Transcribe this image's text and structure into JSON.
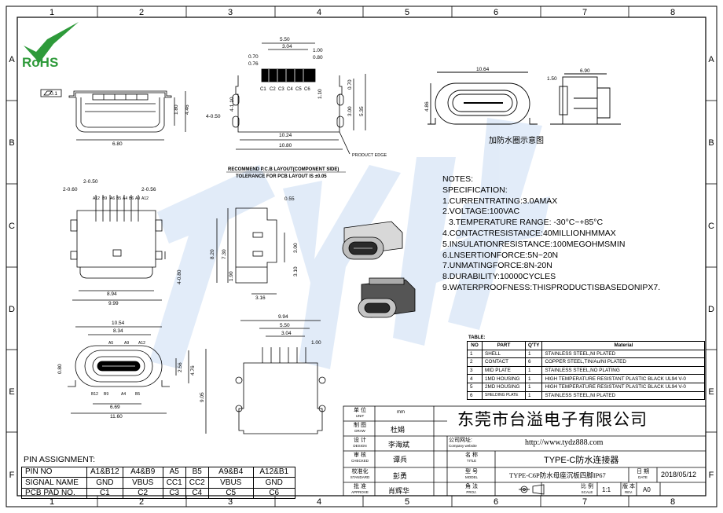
{
  "border": {
    "columns": [
      "1",
      "2",
      "3",
      "4",
      "5",
      "6",
      "7",
      "8"
    ],
    "rows": [
      "A",
      "B",
      "C",
      "D",
      "E",
      "F"
    ]
  },
  "logo": {
    "text": "RoHS"
  },
  "caption_waterproof": "加防水圈示意图",
  "layout_label": "RECOMMEND P.C.B LAYOUT(COMPONENT SIDE)",
  "tolerance_label": "TOLERANCE FOR PCB LAYOUT IS ±0.05",
  "product_edge": "PRODUCT EDGE",
  "dims": {
    "d5_50": "5.50",
    "d3_04": "3.04",
    "d0_70": "0.70",
    "d0_76": "0.76",
    "d1_00": "1.00",
    "d0_80": "0.80",
    "d1_10": "1.10",
    "d0_50": "4-0.50",
    "d4_1_10": "4-1.10",
    "d10_24": "10.24",
    "d10_80": "10.80",
    "d3_00": "3.00",
    "d5_35": "5.35",
    "d0_70b": "0.70",
    "pads": [
      "C1",
      "C2",
      "C3",
      "C4",
      "C5",
      "C6"
    ],
    "flat": "0.1",
    "d1_80": "1.80",
    "d4_46": "4.46",
    "d6_80": "6.80",
    "d10_64": "10.64",
    "d6_90": "6.90",
    "d1_50": "1.50",
    "d4_86": "4.86",
    "d2_0_50": "2-0.50",
    "d2_0_60": "2-0.60",
    "d2_0_56": "2-0.56",
    "pins_top": [
      "A12",
      "B9",
      "A6",
      "B5",
      "A4",
      "B6",
      "A9",
      "A12"
    ],
    "d8_94": "8.94",
    "d9_99": "9.99",
    "d4_0_80": "4-0.80",
    "d0_55": "0.55",
    "d8_20": "8.20",
    "d7_30": "7.30",
    "d3_00s": "3.00",
    "d3_10": "3.10",
    "d1_90": "1.90",
    "d3_16": "3.16",
    "d10_54": "10.54",
    "d8_34": "8.34",
    "d0_80f": "0.80",
    "d2_56": "2.56",
    "d4_76": "4.76",
    "d6_69": "6.69",
    "d11_60": "11.60",
    "pins_front_top": [
      "A5",
      "A9",
      "A12"
    ],
    "pins_front_bottom": [
      "B12",
      "B9",
      "A4",
      "B5"
    ],
    "d9_94": "9.94",
    "d5_50b": "5.50",
    "d3_04b": "3.04",
    "d1_00b": "1.00",
    "d9_05": "9.05"
  },
  "notes": {
    "title": "NOTES:",
    "lines": [
      "SPECIFICATION:",
      "1.CURRENTRATING:3.0AMAX",
      "2.VOLTAGE:100VAC",
      "3.TEMPERATURE RANGE: -30°C~+85°C",
      "4.CONTACTRESISTANCE:40MILLIONHMMAX",
      "5.INSULATIONRESISTANCE:100MEGOHMSMIN",
      "6.LNSERTIONFORCE:5N~20N",
      "7.UNMATINGFORCE:8N-20N",
      "8.DURABILITY:10000CYCLES",
      "9.WATERPROOFNESS:THISPRODUCTISBASEDONIPX7."
    ]
  },
  "materials": {
    "caption": "TABLE:",
    "headers": [
      "NO",
      "PART",
      "Q'TY",
      "Material"
    ],
    "rows": [
      [
        "1",
        "SHELL",
        "1",
        "STAINLESS STEEL,NI PLATED"
      ],
      [
        "2",
        "CONTACT",
        "6",
        "COPPER STEEL,TIN/Au/NI PLATED"
      ],
      [
        "3",
        "MID PLATE",
        "1",
        "STAINLESS STEEL,NO PLATING"
      ],
      [
        "4",
        "1MD HOUSING",
        "1",
        "HIGH TEMPERATURE RESISTANT PLASTIC BLACK UL94 V-0"
      ],
      [
        "5",
        "2MD HOUSING",
        "1",
        "HIGH TEMPERATURE RESISTANT PLASTIC BLACK UL94 V-0"
      ],
      [
        "6",
        "SHELDING PLATE",
        "1",
        "STAINLESS STEEL,NI PLATED"
      ]
    ]
  },
  "pin_assignment": {
    "title": "PIN ASSIGNMENT:",
    "rows": [
      [
        "PIN NO",
        "A1&B12",
        "A4&B9",
        "A5",
        "B5",
        "A9&B4",
        "A12&B1"
      ],
      [
        "SIGNAL NAME",
        "GND",
        "VBUS",
        "CC1",
        "CC2",
        "VBUS",
        "GND"
      ],
      [
        "PCB PAD NO.",
        "C1",
        "C2",
        "C3",
        "C4",
        "C5",
        "C6"
      ]
    ]
  },
  "title_block": {
    "company": "东莞市台溢电子有限公司",
    "website_label": "公司网址:",
    "website_label_en": "Company website",
    "website": "http://www.tydz888.com",
    "title": "TYPE-C防水连接器",
    "model": "TYPE-C6P防水母座沉板四脚IP67",
    "date_label": "日 期",
    "date_label_en": "DATE",
    "date": "2018/05/12",
    "scale_label": "比 例",
    "scale_label_en": "SCALE",
    "scale": "1:1",
    "rev_label": "版 本",
    "rev_label_en": "REV.",
    "rev": "A0",
    "unit_value": "mm",
    "roles": [
      {
        "cn": "单 位",
        "en": "UNIT",
        "person": ""
      },
      {
        "cn": "制 图",
        "en": "DRAW",
        "person": "杜娟"
      },
      {
        "cn": "设 计",
        "en": "DESIGN",
        "person": "李海斌"
      },
      {
        "cn": "审 核",
        "en": "CHECKED",
        "person": "谭兵"
      },
      {
        "cn": "校准化",
        "en": "STANDARD",
        "person": "彭勇"
      },
      {
        "cn": "批 准",
        "en": "APPROVE",
        "person": "肖辉华"
      }
    ],
    "name_label": "名 称",
    "name_label_en": "TITLE",
    "model_label": "型 号",
    "model_label_en": "MODEL",
    "proj_label": "角 法",
    "proj_label_en": "PROJ."
  },
  "watermark": {
    "text": "TYDZ"
  }
}
